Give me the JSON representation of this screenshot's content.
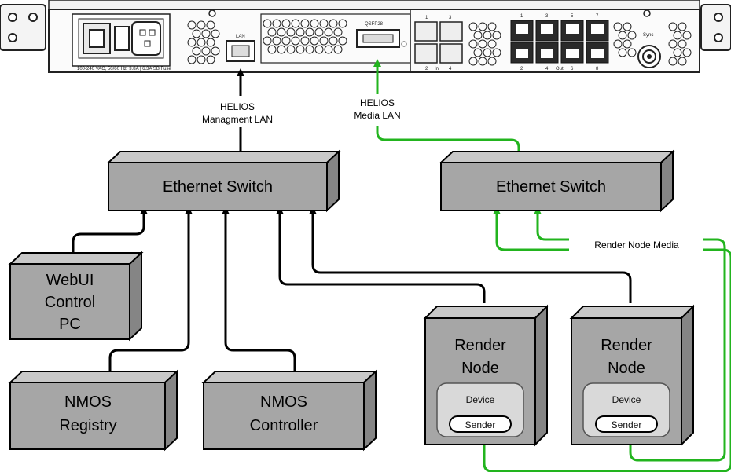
{
  "rack_panel": {
    "power_spec": "100-240 VAC, 50/60 Hz, 3.8A | 6.3A SB Fuse",
    "lan_port_label": "LAN",
    "qsfp_label": "QSFP28",
    "in_label": "In",
    "out_label": "Out",
    "sync_label": "Sync",
    "sfp_numbers_top": [
      "1",
      "3"
    ],
    "sfp_numbers_bottom": [
      "2",
      "4"
    ],
    "out_numbers_top": [
      "1",
      "3",
      "5",
      "7"
    ],
    "out_numbers_bottom": [
      "2",
      "4",
      "6",
      "8"
    ]
  },
  "links": {
    "mgmt_lan_line1": "HELIOS",
    "mgmt_lan_line2": "Managment LAN",
    "media_lan_line1": "HELIOS",
    "media_lan_line2": "Media LAN",
    "render_node_media": "Render Node Media"
  },
  "boxes": {
    "mgmt_switch": "Ethernet Switch",
    "media_switch": "Ethernet Switch",
    "webui_lines": [
      "WebUI",
      "Control",
      "PC"
    ],
    "registry_lines": [
      "NMOS",
      "Registry"
    ],
    "controller_lines": [
      "NMOS",
      "Controller"
    ],
    "render_node_1_lines": [
      "Render",
      "Node"
    ],
    "render_node_2_lines": [
      "Render",
      "Node"
    ]
  },
  "render_node_internals": {
    "device_label": "Device",
    "sender_label": "Sender"
  },
  "colors": {
    "box_front": "#a6a6a6",
    "box_top": "#c8c8c8",
    "box_side": "#858585",
    "green_link": "#22b41e",
    "black_link": "#000000",
    "device_fill": "#d9d9d9"
  }
}
